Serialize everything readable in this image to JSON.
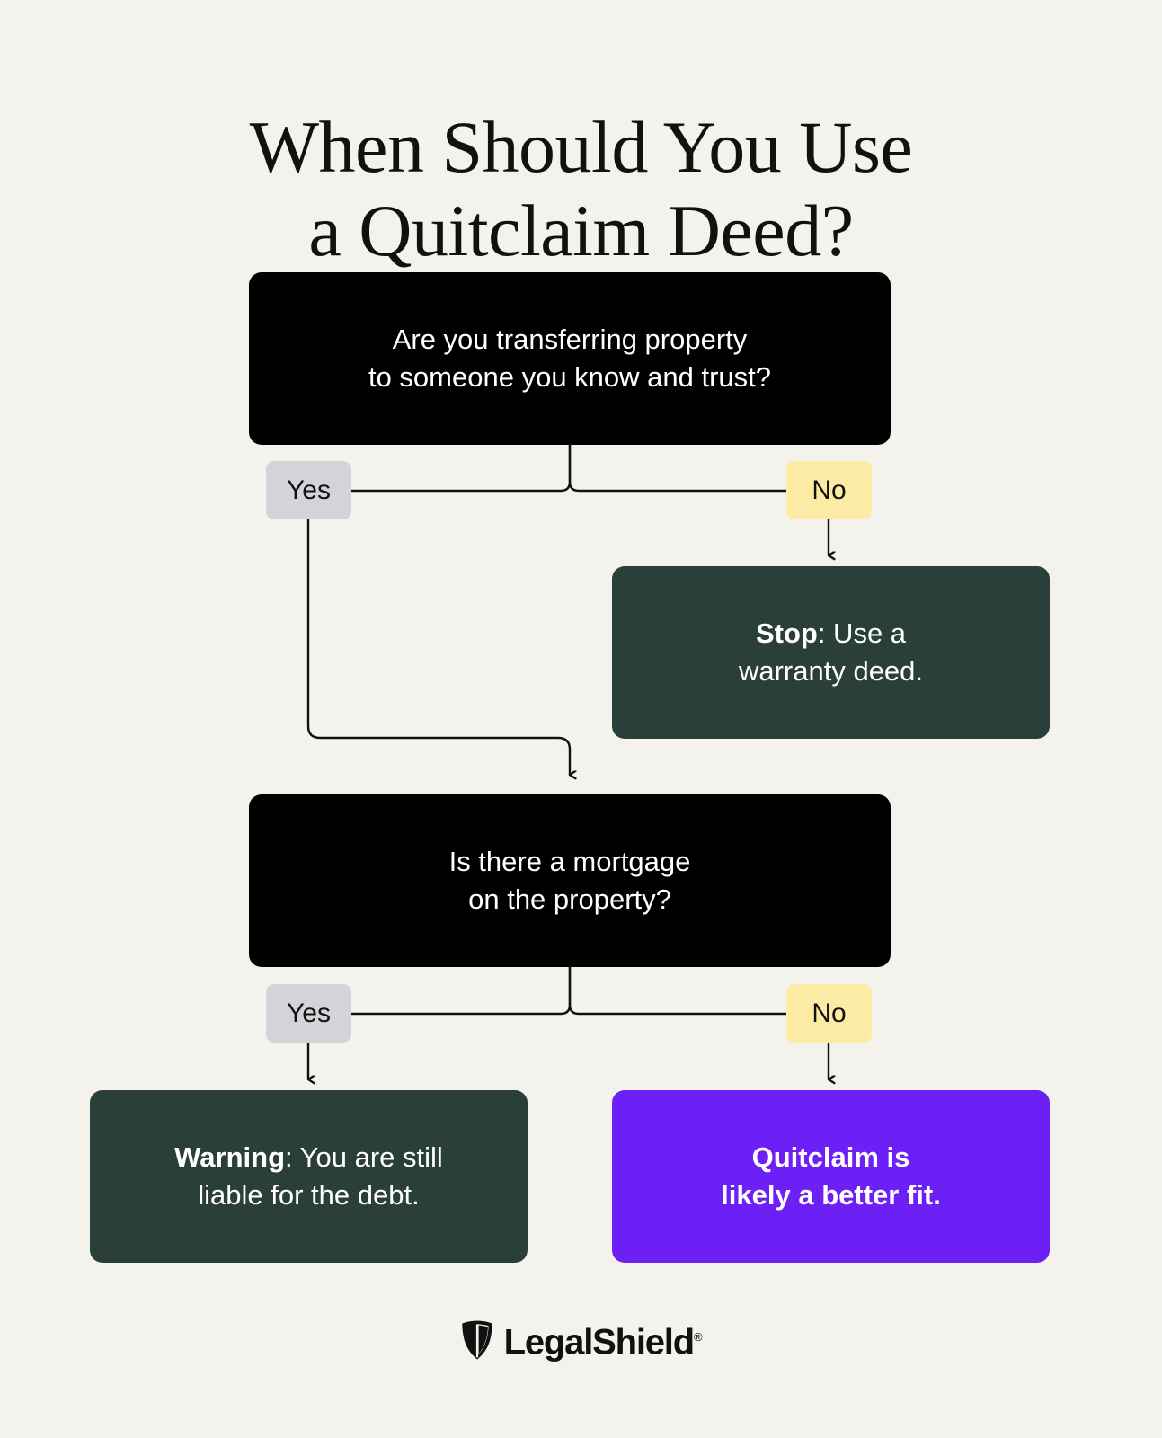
{
  "page": {
    "title_line1": "When Should You Use",
    "title_line2": "a Quitclaim Deed?",
    "background_color": "#F4F2EC"
  },
  "colors": {
    "background": "#F4F2EC",
    "question_box": "#000000",
    "outcome_box": "#2B3F3A",
    "result_box": "#6D20F5",
    "pill_yes": "#D2D4D7",
    "pill_no": "#FBEBA4",
    "connector": "#111111",
    "text_light": "#FFFFFF",
    "text_dark": "#111111"
  },
  "flow": {
    "question1": {
      "line1": "Are you transferring property",
      "line2": "to someone you know and trust?"
    },
    "branch1": {
      "yes_label": "Yes",
      "no_label": "No"
    },
    "stop_box": {
      "lead": "Stop",
      "rest": ": Use a",
      "line2": "warranty deed."
    },
    "question2": {
      "line1": "Is there a mortgage",
      "line2": "on the property?"
    },
    "branch2": {
      "yes_label": "Yes",
      "no_label": "No"
    },
    "warning_box": {
      "lead": "Warning",
      "rest": ": You are still",
      "line2": "liable for the debt."
    },
    "quitclaim_box": {
      "line1": "Quitclaim is",
      "line2": "likely a better fit."
    }
  },
  "footer": {
    "brand": "LegalShield",
    "registered_mark": "®",
    "shield_icon": "shield-icon"
  }
}
